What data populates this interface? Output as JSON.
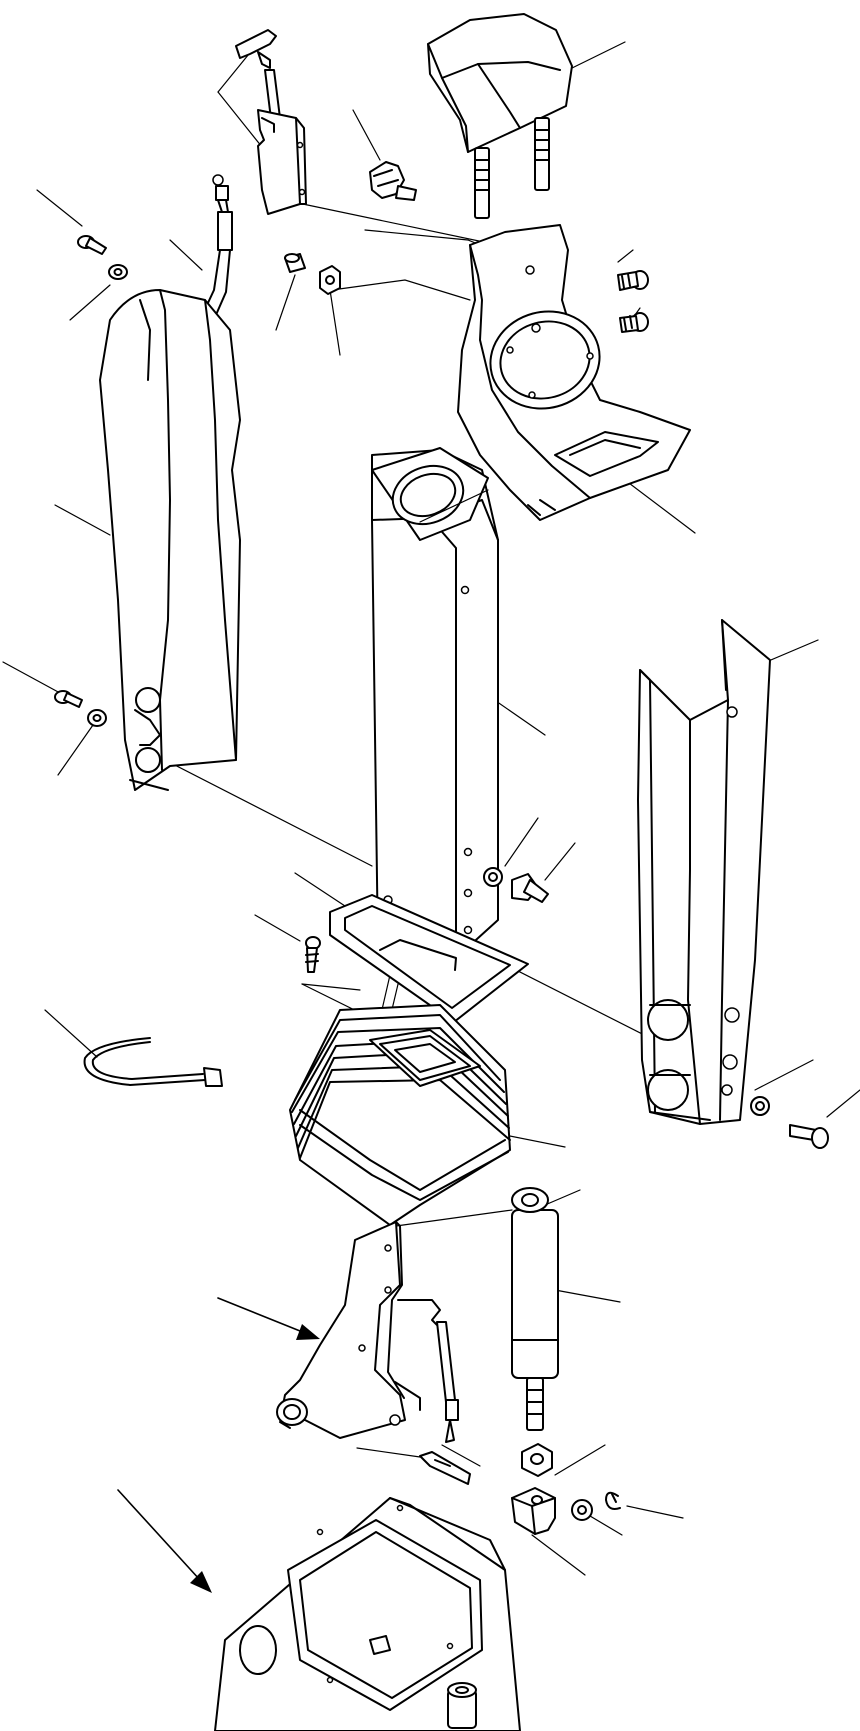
{
  "diagram": {
    "type": "exploded-parts-view",
    "line_color": "#000000",
    "background": "#ffffff",
    "parts": [
      {
        "id": "lever-knob-with-bracket"
      },
      {
        "id": "top-cap"
      },
      {
        "id": "knob-screw"
      },
      {
        "id": "cable"
      },
      {
        "id": "screw-top-left"
      },
      {
        "id": "washer-top-left"
      },
      {
        "id": "set-screw"
      },
      {
        "id": "nut"
      },
      {
        "id": "head-housing"
      },
      {
        "id": "housing-bolt-1"
      },
      {
        "id": "housing-bolt-2"
      },
      {
        "id": "left-cover"
      },
      {
        "id": "column"
      },
      {
        "id": "right-cover"
      },
      {
        "id": "screw-mid-left"
      },
      {
        "id": "washer-mid-left"
      },
      {
        "id": "column-washer"
      },
      {
        "id": "column-bolt"
      },
      {
        "id": "gasket-frame"
      },
      {
        "id": "frame-screw"
      },
      {
        "id": "cable-tie"
      },
      {
        "id": "bellows-boot"
      },
      {
        "id": "right-cover-washer"
      },
      {
        "id": "right-cover-bolt"
      },
      {
        "id": "pivot-bracket"
      },
      {
        "id": "gas-spring"
      },
      {
        "id": "spring-nut"
      },
      {
        "id": "locking-plate"
      },
      {
        "id": "spring-mount-bracket"
      },
      {
        "id": "e-clip"
      },
      {
        "id": "mount-washer"
      },
      {
        "id": "floor-base"
      }
    ]
  }
}
